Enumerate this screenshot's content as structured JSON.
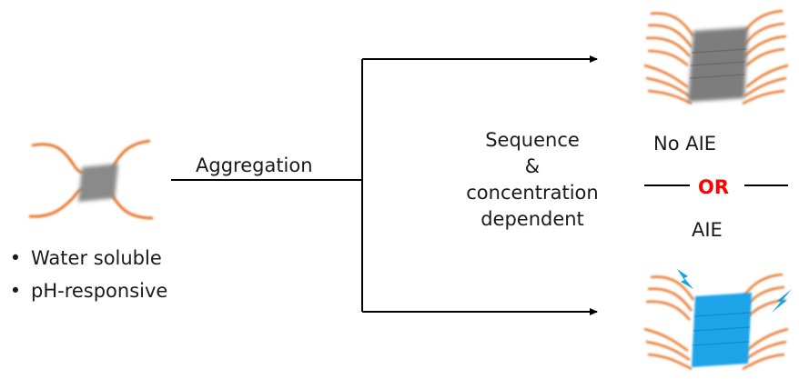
{
  "process": {
    "arrow_label": "Aggregation",
    "condition_lines": [
      "Sequence",
      "&",
      "concentration",
      "dependent"
    ]
  },
  "outcomes": {
    "top": "No AIE",
    "separator": "OR",
    "bottom": "AIE"
  },
  "features": [
    "Water soluble",
    "pH-responsive"
  ],
  "colors": {
    "chain": "#e8762c",
    "core_gray": "#8a8a8a",
    "core_blue": "#1aa3e8",
    "separator_text": "#ff0000",
    "arrow": "#000000"
  }
}
